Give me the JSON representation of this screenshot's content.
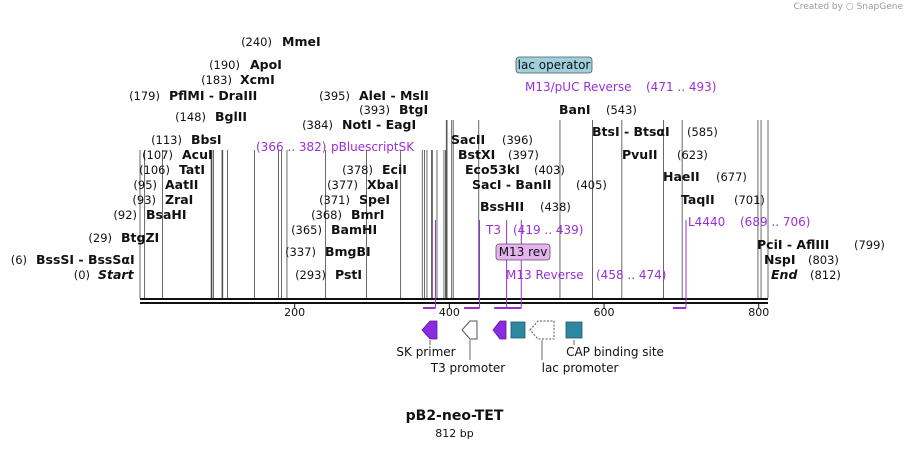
{
  "credit": {
    "prefix": "Created by",
    "brand": "SnapGene"
  },
  "plasmid": {
    "name": "pB2-neo-TET",
    "size": "812 bp",
    "length": 812
  },
  "axis": {
    "ticks": [
      200,
      400,
      600,
      800
    ]
  },
  "sites": [
    {
      "name": "MmeI",
      "pos": "(240)",
      "bp": 240,
      "side": "left"
    },
    {
      "name": "ApoI",
      "pos": "(190)",
      "bp": 190,
      "side": "left"
    },
    {
      "name": "XcmI",
      "pos": "(183)",
      "bp": 183,
      "side": "left"
    },
    {
      "name": "PflMI - DraIII",
      "pos": "(179)",
      "bp": 179,
      "side": "left"
    },
    {
      "name": "BglII",
      "pos": "(148)",
      "bp": 148,
      "side": "left"
    },
    {
      "name": "BbsI",
      "pos": "(113)",
      "bp": 113,
      "side": "left"
    },
    {
      "name": "AcuI",
      "pos": "(107)",
      "bp": 107,
      "side": "left"
    },
    {
      "name": "TatI",
      "pos": "(106)",
      "bp": 106,
      "side": "left"
    },
    {
      "name": "AatII",
      "pos": "(95)",
      "bp": 95,
      "side": "left"
    },
    {
      "name": "ZraI",
      "pos": "(93)",
      "bp": 93,
      "side": "left"
    },
    {
      "name": "BsaHI",
      "pos": "(92)",
      "bp": 92,
      "side": "left"
    },
    {
      "name": "BtgZI",
      "pos": "(29)",
      "bp": 29,
      "side": "left"
    },
    {
      "name": "BssSI - BssSαI",
      "pos": "(6)",
      "bp": 6,
      "side": "left"
    },
    {
      "name": "Start",
      "pos": "(0)",
      "bp": 0,
      "side": "left",
      "italic": true
    },
    {
      "name": "AleI - MslI",
      "pos": "(395)",
      "bp": 395,
      "side": "left"
    },
    {
      "name": "BtgI",
      "pos": "(393)",
      "bp": 393,
      "side": "left"
    },
    {
      "name": "NotI - EagI",
      "pos": "(384)",
      "bp": 384,
      "side": "left"
    },
    {
      "name": "EciI",
      "pos": "(378)",
      "bp": 378,
      "side": "left"
    },
    {
      "name": "XbaI",
      "pos": "(377)",
      "bp": 377,
      "side": "left"
    },
    {
      "name": "SpeI",
      "pos": "(371)",
      "bp": 371,
      "side": "left"
    },
    {
      "name": "BmrI",
      "pos": "(368)",
      "bp": 368,
      "side": "left"
    },
    {
      "name": "BamHI",
      "pos": "(365)",
      "bp": 365,
      "side": "left"
    },
    {
      "name": "BmgBI",
      "pos": "(337)",
      "bp": 337,
      "side": "left"
    },
    {
      "name": "PstI",
      "pos": "(293)",
      "bp": 293,
      "side": "left"
    },
    {
      "name": "SacII",
      "pos": "(396)",
      "bp": 396,
      "side": "right"
    },
    {
      "name": "BstXI",
      "pos": "(397)",
      "bp": 397,
      "side": "right"
    },
    {
      "name": "Eco53kI",
      "pos": "(403)",
      "bp": 403,
      "side": "right"
    },
    {
      "name": "SacI - BanII",
      "pos": "(405)",
      "bp": 405,
      "side": "right"
    },
    {
      "name": "BssHII",
      "pos": "(438)",
      "bp": 438,
      "side": "right"
    },
    {
      "name": "BanI",
      "pos": "(543)",
      "bp": 543,
      "side": "right"
    },
    {
      "name": "BtsI - BtsαI",
      "pos": "(585)",
      "bp": 585,
      "side": "right"
    },
    {
      "name": "PvuII",
      "pos": "(623)",
      "bp": 623,
      "side": "right"
    },
    {
      "name": "HaeII",
      "pos": "(677)",
      "bp": 677,
      "side": "right"
    },
    {
      "name": "TaqII",
      "pos": "(701)",
      "bp": 701,
      "side": "right"
    },
    {
      "name": "PciI - AflIII",
      "pos": "(799)",
      "bp": 799,
      "side": "right"
    },
    {
      "name": "NspI",
      "pos": "(803)",
      "bp": 803,
      "side": "right"
    },
    {
      "name": "End",
      "pos": "(812)",
      "bp": 812,
      "side": "right",
      "italic": true
    }
  ],
  "primers": [
    {
      "name": "pBluescriptSK",
      "range": "(366 .. 382)",
      "start": 366,
      "end": 382
    },
    {
      "name": "M13/pUC Reverse",
      "range": "(471 .. 493)",
      "start": 471,
      "end": 493
    },
    {
      "name": "T3",
      "range": "(419 .. 439)",
      "start": 419,
      "end": 439
    },
    {
      "name": "M13 Reverse",
      "range": "(458 .. 474)",
      "start": 458,
      "end": 474
    },
    {
      "name": "L4440",
      "range": "(689 .. 706)",
      "start": 689,
      "end": 706
    }
  ],
  "boxed_labels": [
    {
      "name": "lac operator",
      "color": "#9fd0dd"
    },
    {
      "name": "M13 rev",
      "color": "#e5b3f0"
    }
  ],
  "features": [
    {
      "name": "SK primer",
      "type": "arrow-left",
      "color": "#8a2be2"
    },
    {
      "name": "T3 promoter",
      "type": "arrow-left-outline",
      "color": "#ffffff"
    },
    {
      "name": "M13 rev feature",
      "type": "arrow-left",
      "color": "#8a2be2"
    },
    {
      "name": "lac operator feature",
      "type": "box",
      "color": "#2e86a0"
    },
    {
      "name": "lac promoter",
      "type": "arrow-left-outline",
      "color": "#ffffff"
    },
    {
      "name": "CAP binding site",
      "type": "box",
      "color": "#2e86a0"
    }
  ],
  "feature_labels": {
    "sk_primer": "SK primer",
    "t3_promoter": "T3 promoter",
    "lac_promoter": "lac promoter",
    "cap_binding_site": "CAP binding site"
  }
}
